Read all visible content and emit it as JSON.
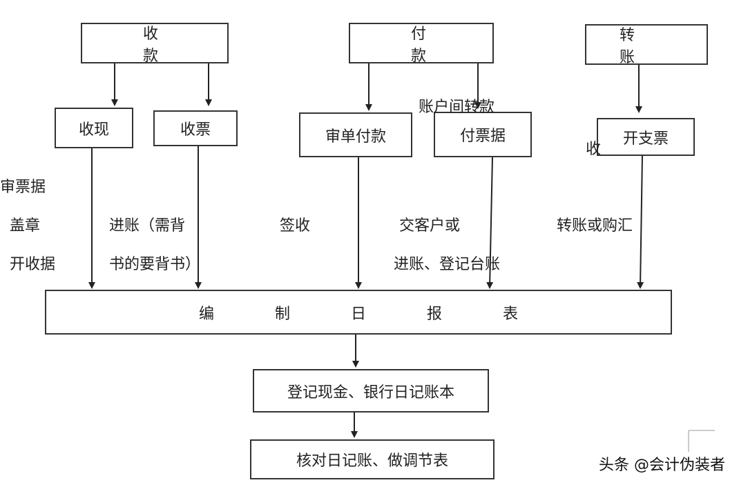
{
  "top": {
    "receipt": "收款",
    "payment": "付款",
    "transfer": "转账"
  },
  "mid": {
    "cash_receipt": "收现",
    "bill_receipt": "收票",
    "review_pay": "审单付款",
    "pay_bill": "付票据",
    "issue_check": "开支票"
  },
  "notes": {
    "review_bill": "审票据",
    "stamp": "盖章",
    "issue_receipt": "开收据",
    "deposit_endorse": "进账（需背",
    "endorse_req": "书的要背书）",
    "sign": "签收",
    "to_customer": "交客户或",
    "deposit_ledger": "进账、登记台账",
    "transfer_remit": "转账或购汇",
    "inter_account": "账户间转款",
    "partial": "收"
  },
  "daily": "编制日报表",
  "journal": "登记现金、银行日记账本",
  "reconcile": "核对日记账、做调节表",
  "watermark": "头条 @会计伪装者"
}
